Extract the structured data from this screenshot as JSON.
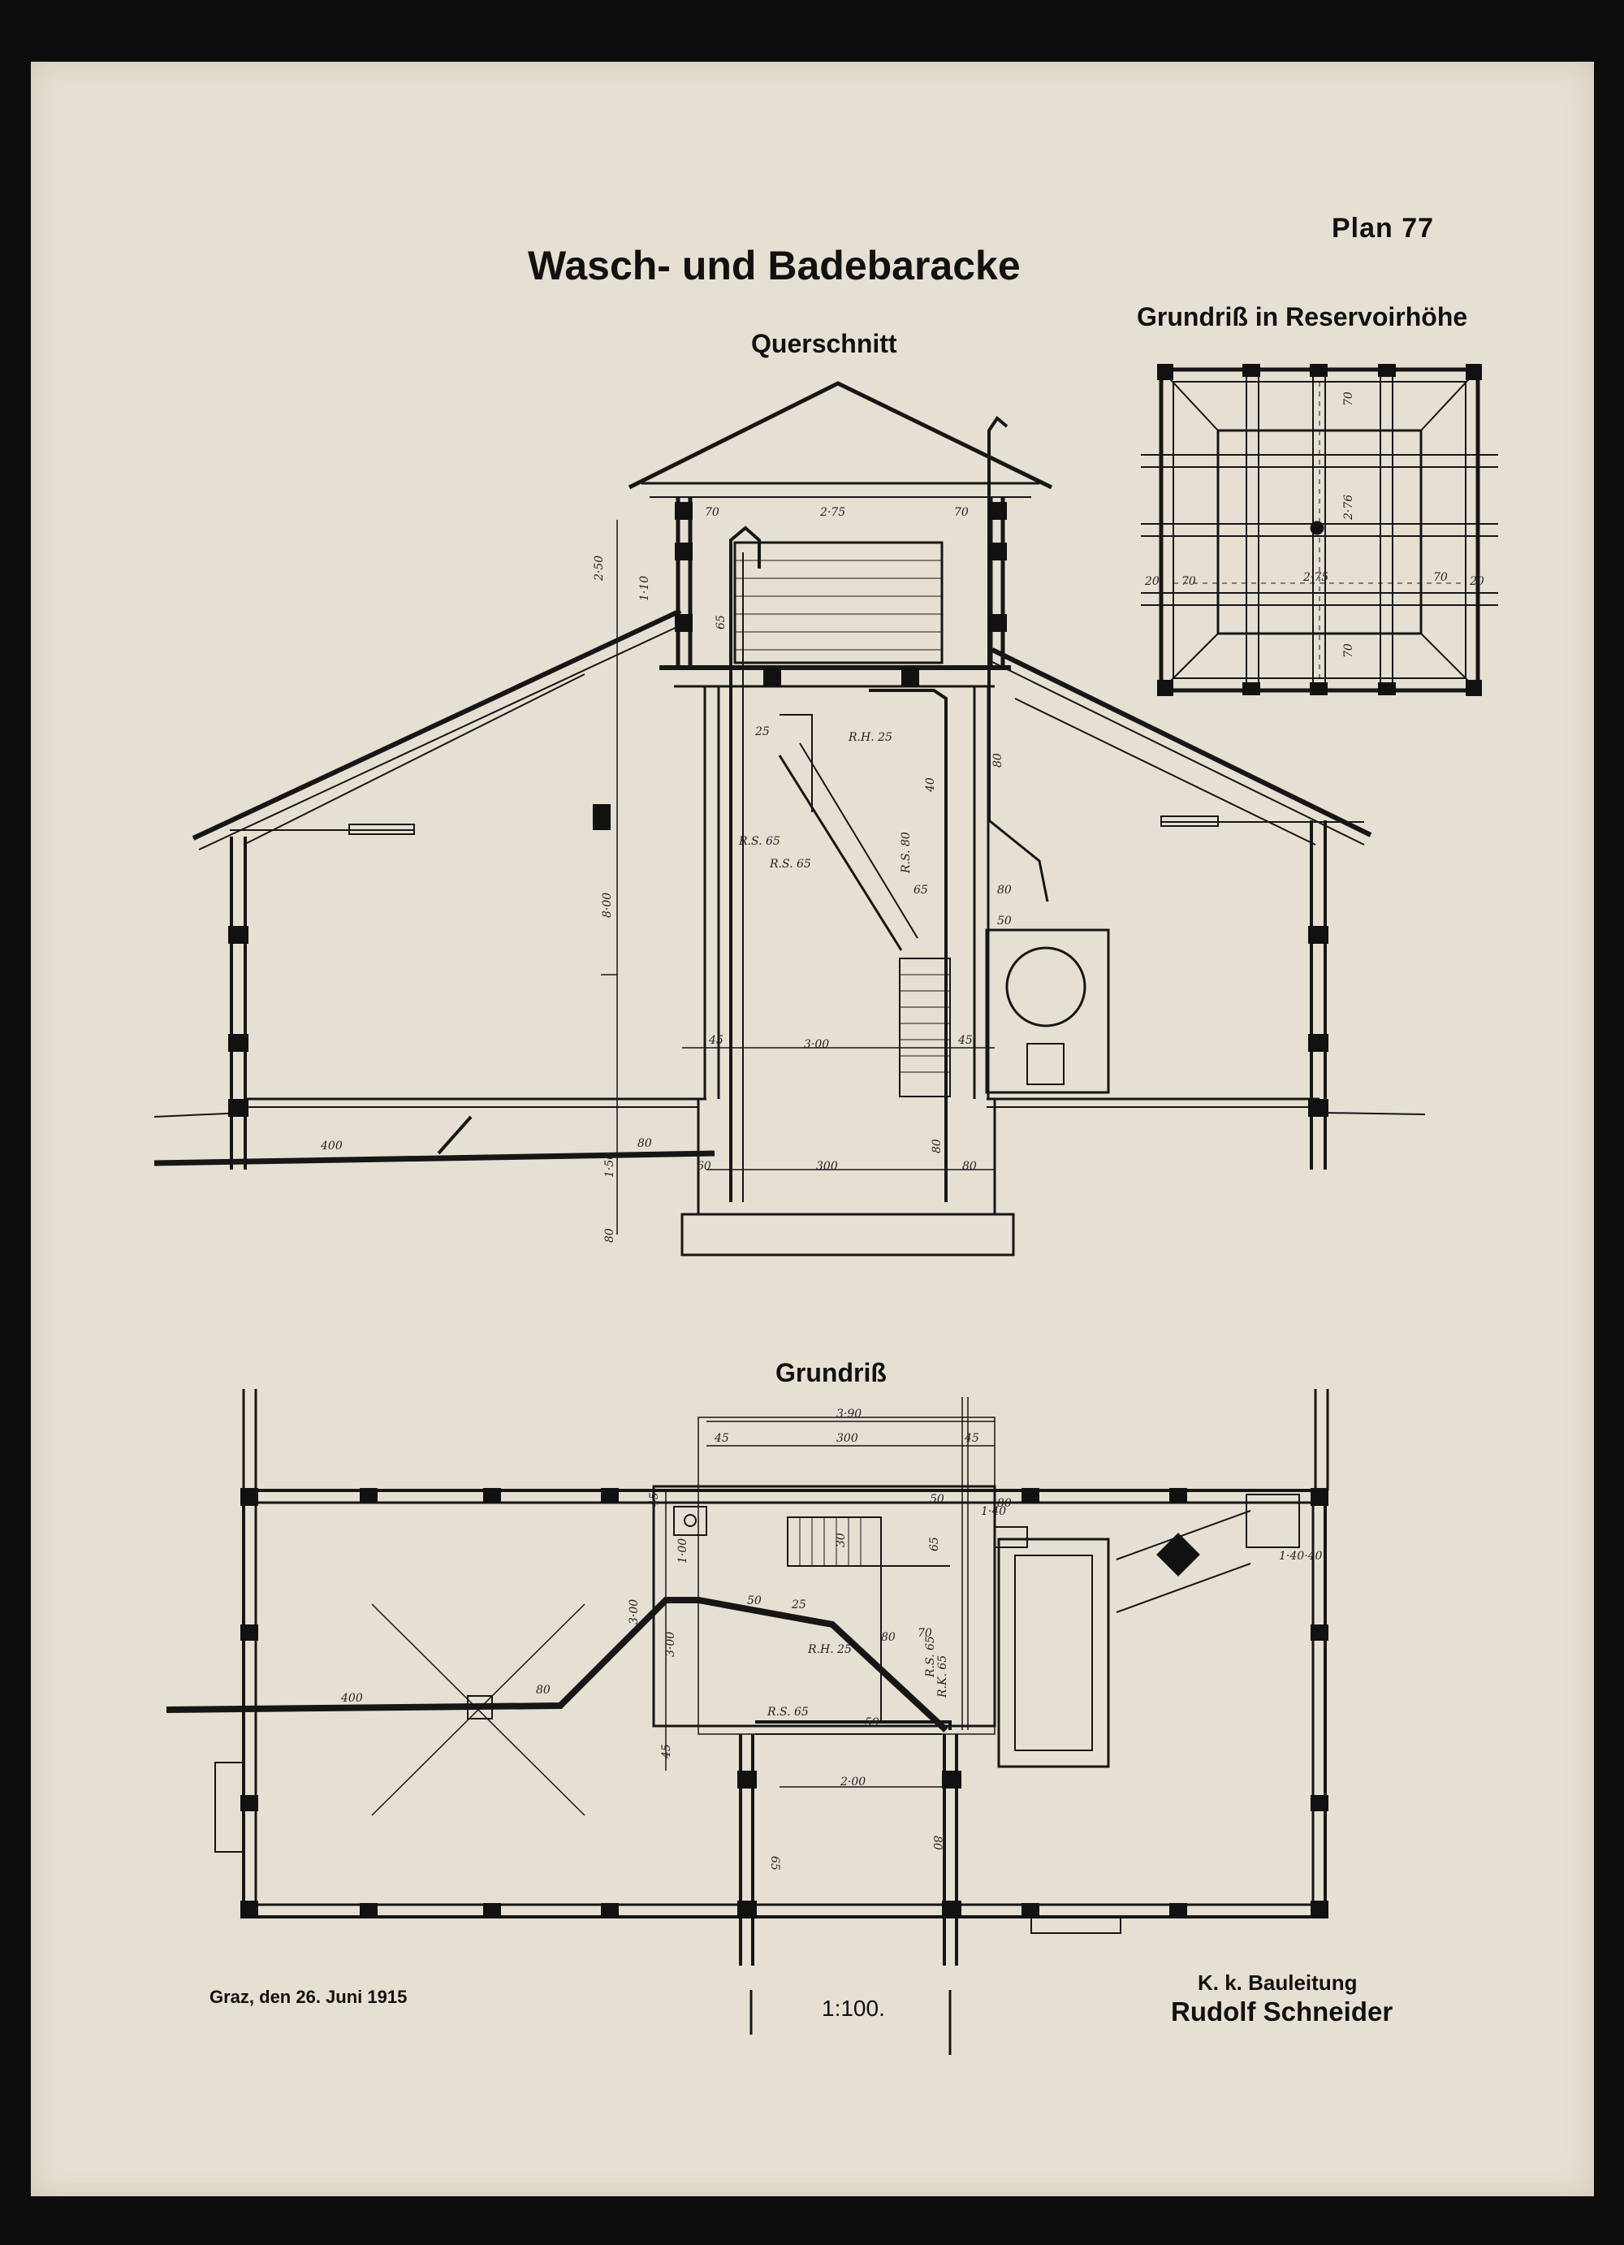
{
  "title": "Wasch- und Badebaracke",
  "plan_number": "Plan  77",
  "captions": {
    "section": "Querschnitt",
    "reservoir_plan": "Grundriß in Reservoirhöhe",
    "floor_plan": "Grundriß"
  },
  "footer": {
    "place_date": "Graz, den 26. Juni 1915",
    "scale": "1:100.",
    "office": "K. k. Bauleitung",
    "signatory": "Rudolf Schneider"
  },
  "dimensions": {
    "section": [
      "70",
      "2·75",
      "70",
      "2·50",
      "1·10",
      "65",
      "8·00",
      "25",
      "R.H. 25",
      "R.S. 65",
      "R.S. 65",
      "R.S. 80",
      "65",
      "40",
      "80",
      "80",
      "50",
      "45",
      "3·00",
      "45",
      "400",
      "80",
      "60",
      "300",
      "80",
      "1·50",
      "80",
      "80"
    ],
    "reservoir": [
      "70",
      "2·76",
      "70",
      "70",
      "2·75",
      "70",
      "20",
      "20"
    ],
    "floor": [
      "3·90",
      "45",
      "300",
      "45",
      "50",
      "80",
      "45",
      "1·00",
      "30",
      "65",
      "3·00",
      "3·00",
      "25",
      "R.H. 25",
      "70",
      "R.S. 65",
      "80",
      "R.K. 65",
      "50",
      "R.S. 65",
      "59",
      "45",
      "400",
      "80",
      "2·00",
      "65",
      "80",
      "1·40",
      "1·40·40"
    ]
  }
}
